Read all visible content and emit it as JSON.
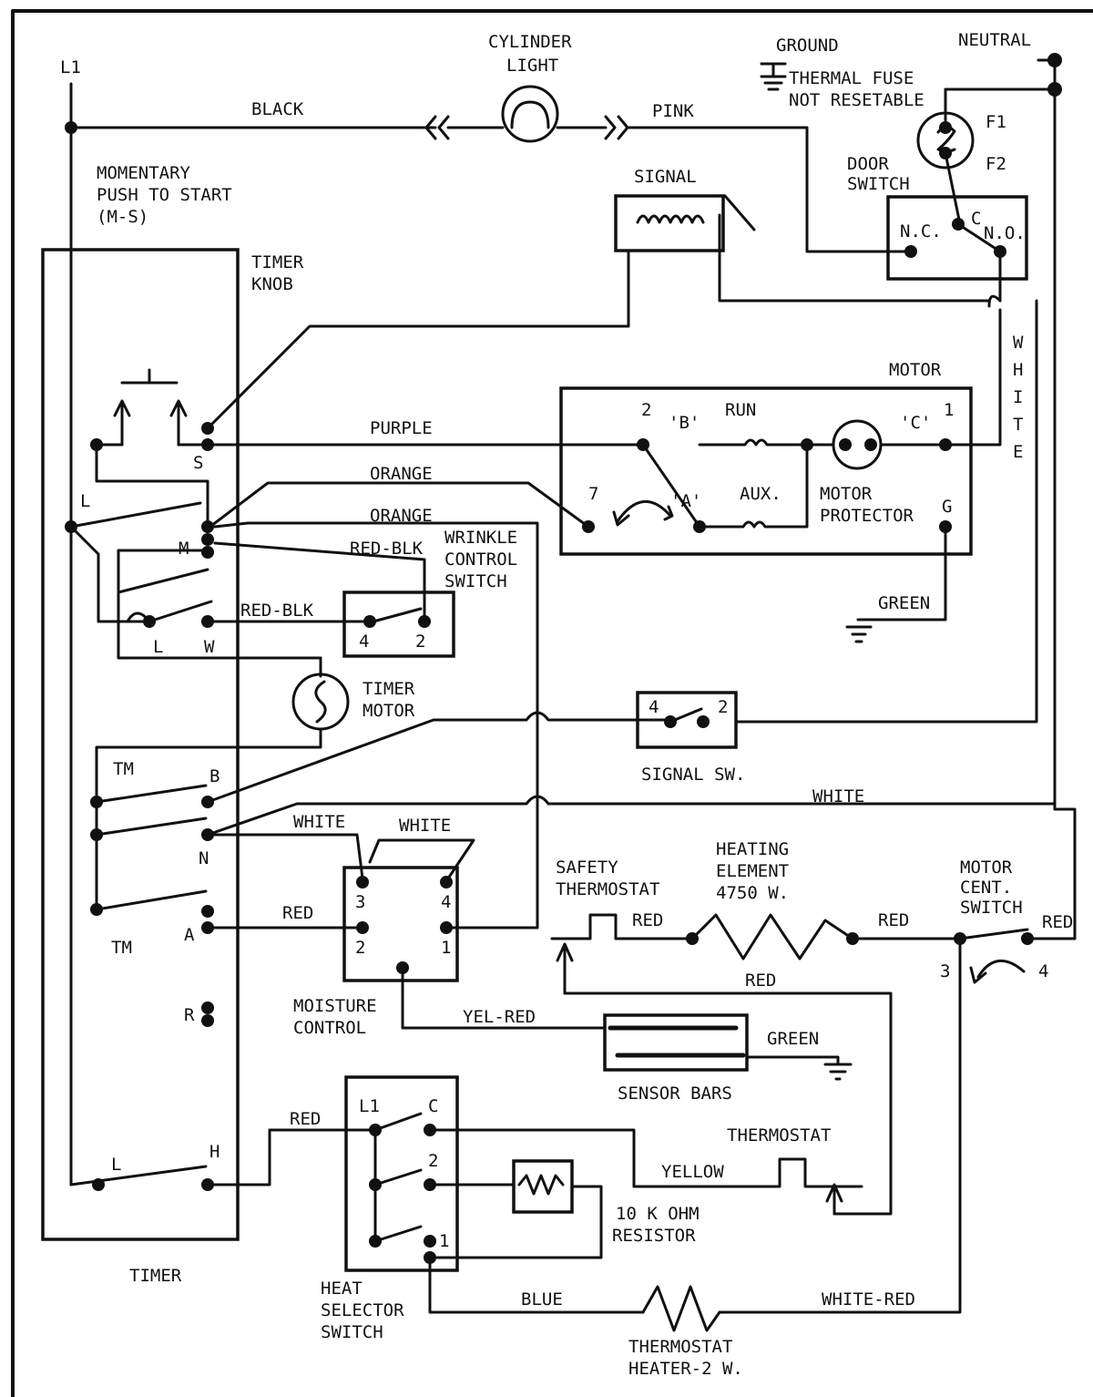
{
  "labels": {
    "l1": "L1",
    "cylinder": "CYLINDER",
    "light": "LIGHT",
    "ground": "GROUND",
    "neutral": "NEUTRAL",
    "thermal_fuse": "THERMAL FUSE",
    "not_resetable": "NOT RESETABLE",
    "f1": "F1",
    "f2": "F2",
    "black": "BLACK",
    "pink": "PINK",
    "momentary": "MOMENTARY",
    "push_to_start": "PUSH TO START",
    "ms": "(M-S)",
    "signal": "SIGNAL",
    "door": "DOOR",
    "switch": "SWITCH",
    "nc": "N.C.",
    "c": "C",
    "no": "N.O.",
    "timer_knob_1": "TIMER",
    "timer_knob_2": "KNOB",
    "white_vertical": [
      "W",
      "H",
      "I",
      "T",
      "E"
    ],
    "motor": "MOTOR",
    "purple": "PURPLE",
    "s": "S",
    "orange1": "ORANGE",
    "orange2": "ORANGE",
    "m2": "2",
    "b_term": "'B'",
    "run": "RUN",
    "c_term": "'C'",
    "m1": "1",
    "m7": "7",
    "a_term": "'A'",
    "aux": "AUX.",
    "motor_protector_1": "MOTOR",
    "motor_protector_2": "PROTECTOR",
    "g": "G",
    "green1": "GREEN",
    "l_top": "L",
    "m": "M",
    "red_blk1": "RED-BLK",
    "red_blk2": "RED-BLK",
    "wrinkle_1": "WRINKLE",
    "wrinkle_2": "CONTROL",
    "wrinkle_3": "SWITCH",
    "l_mid": "L",
    "w": "W",
    "wc4": "4",
    "wc2": "2",
    "timer_motor_1": "TIMER",
    "timer_motor_2": "MOTOR",
    "ss4": "4",
    "ss2": "2",
    "signal_sw": "SIGNAL SW.",
    "tm_top": "TM",
    "b": "B",
    "white_long": "WHITE",
    "white_a": "WHITE",
    "white_b": "WHITE",
    "n": "N",
    "mc3": "3",
    "mc4": "4",
    "mc2": "2",
    "mc1": "1",
    "tm_bottom": "TM",
    "a": "A",
    "red_a": "RED",
    "safety_thermostat_1": "SAFETY",
    "safety_thermostat_2": "THERMOSTAT",
    "heating_1": "HEATING",
    "heating_2": "ELEMENT",
    "heating_3": "4750 W.",
    "motor_cent_1": "MOTOR",
    "motor_cent_2": "CENT.",
    "motor_cent_3": "SWITCH",
    "red_h1": "RED",
    "red_h2": "RED",
    "red_h3": "RED",
    "red_right": "RED",
    "mcs3": "3",
    "mcs4": "4",
    "r": "R",
    "moisture_1": "MOISTURE",
    "moisture_2": "CONTROL",
    "yel_red": "YEL-RED",
    "green2": "GREEN",
    "sensor_bars": "SENSOR BARS",
    "hs_l1": "L1",
    "hs_c": "C",
    "hs_2": "2",
    "hs_1": "1",
    "red_h": "RED",
    "thermostat": "THERMOSTAT",
    "yellow": "YELLOW",
    "l_bottom": "L",
    "h": "H",
    "resistor_1": "10 K OHM",
    "resistor_2": "RESISTOR",
    "timer": "TIMER",
    "heat_sel_1": "HEAT",
    "heat_sel_2": "SELECTOR",
    "heat_sel_3": "SWITCH",
    "blue": "BLUE",
    "white_red": "WHITE-RED",
    "th_heater_1": "THERMOSTAT",
    "th_heater_2": "HEATER-2 W."
  }
}
